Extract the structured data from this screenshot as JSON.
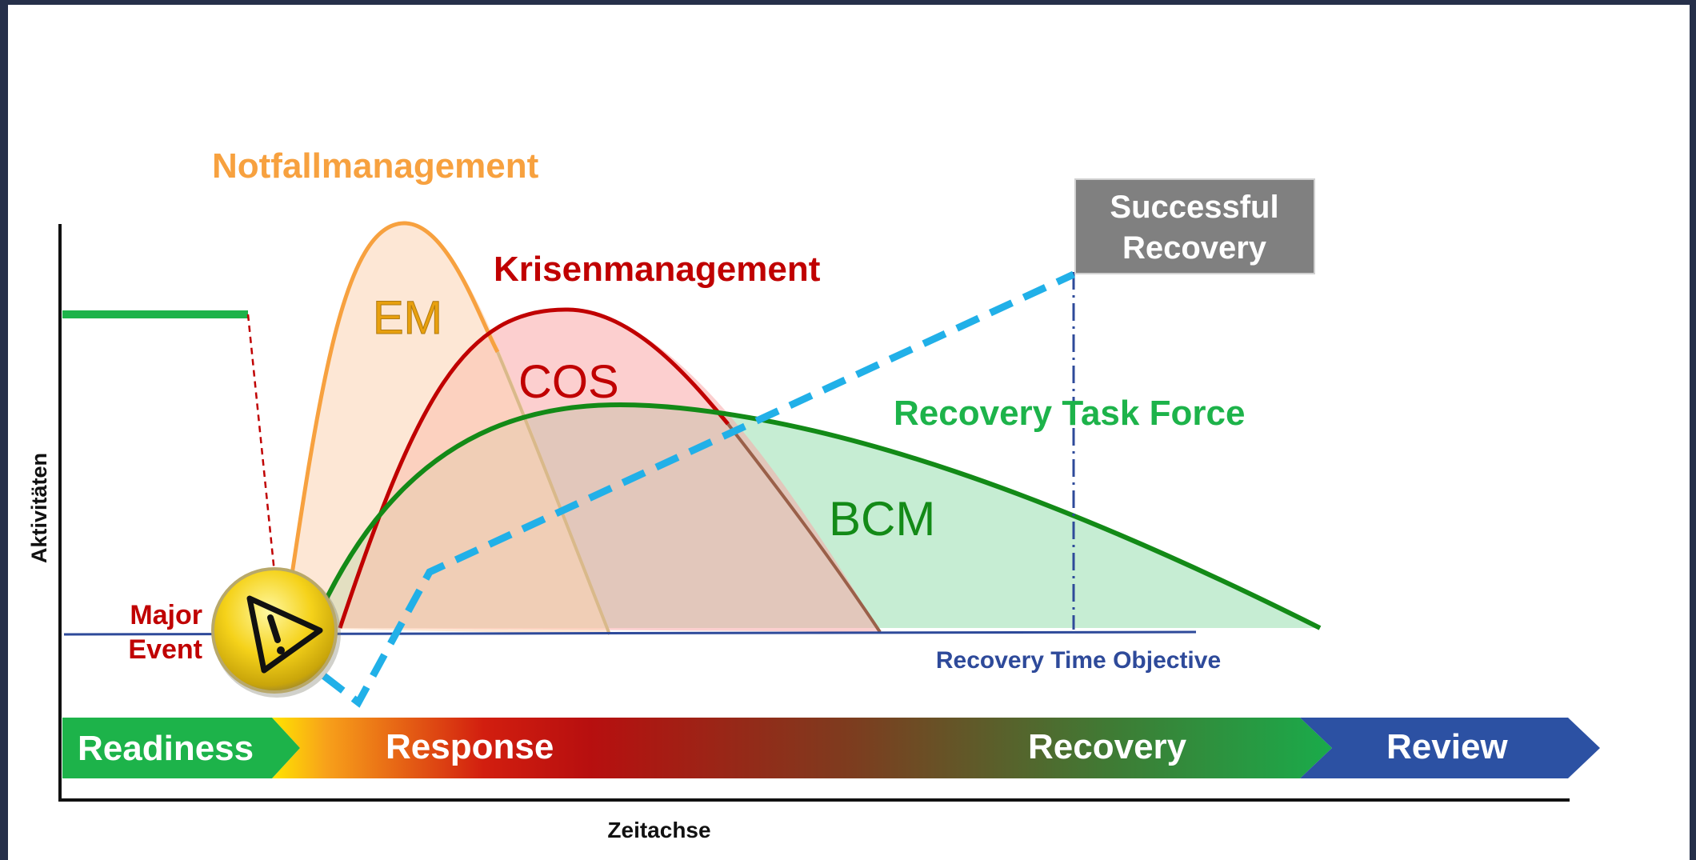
{
  "labels": {
    "notfall": "Notfallmanagement",
    "krisen": "Krisenmanagement",
    "em": "EM",
    "cos": "COS",
    "bcm": "BCM",
    "task_force": "Recovery Task Force",
    "success_line1": "Successful",
    "success_line2": "Recovery",
    "major_line1": "Major",
    "major_line2": "Event",
    "rto": "Recovery Time Objective",
    "y_axis": "Aktivitäten",
    "x_axis": "Zeitachse"
  },
  "phases": [
    "Readiness",
    "Response",
    "Recovery",
    "Review"
  ],
  "icons": {
    "major_event": "warning-icon"
  },
  "colors": {
    "em": "#f7a13f",
    "cos": "#c00000",
    "bcm": "#138a17",
    "recovery_line": "#21b0e8",
    "readiness": "#1db34a",
    "review": "#2c51a3",
    "rto": "#2e4a9a",
    "success_box": "#808080"
  }
}
